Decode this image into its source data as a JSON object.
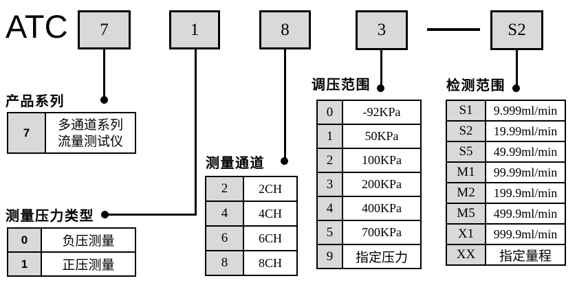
{
  "code": {
    "prefix": "ATC",
    "segments": [
      {
        "value": "7"
      },
      {
        "value": "1"
      },
      {
        "value": "8"
      },
      {
        "value": "3"
      },
      {
        "value": "S2"
      }
    ],
    "separator": "—"
  },
  "colors": {
    "box_fill": "#d9d9d9",
    "line": "#000000",
    "background": "#ffffff"
  },
  "tables": {
    "product_series": {
      "header": "产品系列",
      "rows": [
        {
          "code": "7",
          "value": "多通道系列\n流量测试仪"
        }
      ]
    },
    "pressure_type": {
      "header": "测量压力类型",
      "rows": [
        {
          "code": "0",
          "value": "负压测量"
        },
        {
          "code": "1",
          "value": "正压测量"
        }
      ]
    },
    "channels": {
      "header": "测量通道",
      "rows": [
        {
          "code": "2",
          "value": "2CH"
        },
        {
          "code": "4",
          "value": "4CH"
        },
        {
          "code": "6",
          "value": "6CH"
        },
        {
          "code": "8",
          "value": "8CH"
        }
      ]
    },
    "regulation_range": {
      "header": "调压范围",
      "rows": [
        {
          "code": "0",
          "value": "-92KPa"
        },
        {
          "code": "1",
          "value": "50KPa"
        },
        {
          "code": "2",
          "value": "100KPa"
        },
        {
          "code": "3",
          "value": "200KPa"
        },
        {
          "code": "4",
          "value": "400KPa"
        },
        {
          "code": "5",
          "value": "700KPa"
        },
        {
          "code": "9",
          "value": "指定压力"
        }
      ]
    },
    "detection_range": {
      "header": "检测范围",
      "rows": [
        {
          "code": "S1",
          "value": "9.999ml/min"
        },
        {
          "code": "S2",
          "value": "19.99ml/min"
        },
        {
          "code": "S5",
          "value": "49.99ml/min"
        },
        {
          "code": "M1",
          "value": "99.99ml/min"
        },
        {
          "code": "M2",
          "value": "199.9ml/min"
        },
        {
          "code": "M5",
          "value": "499.9ml/min"
        },
        {
          "code": "X1",
          "value": "999.9ml/min"
        },
        {
          "code": "XX",
          "value": "指定量程"
        }
      ]
    }
  }
}
